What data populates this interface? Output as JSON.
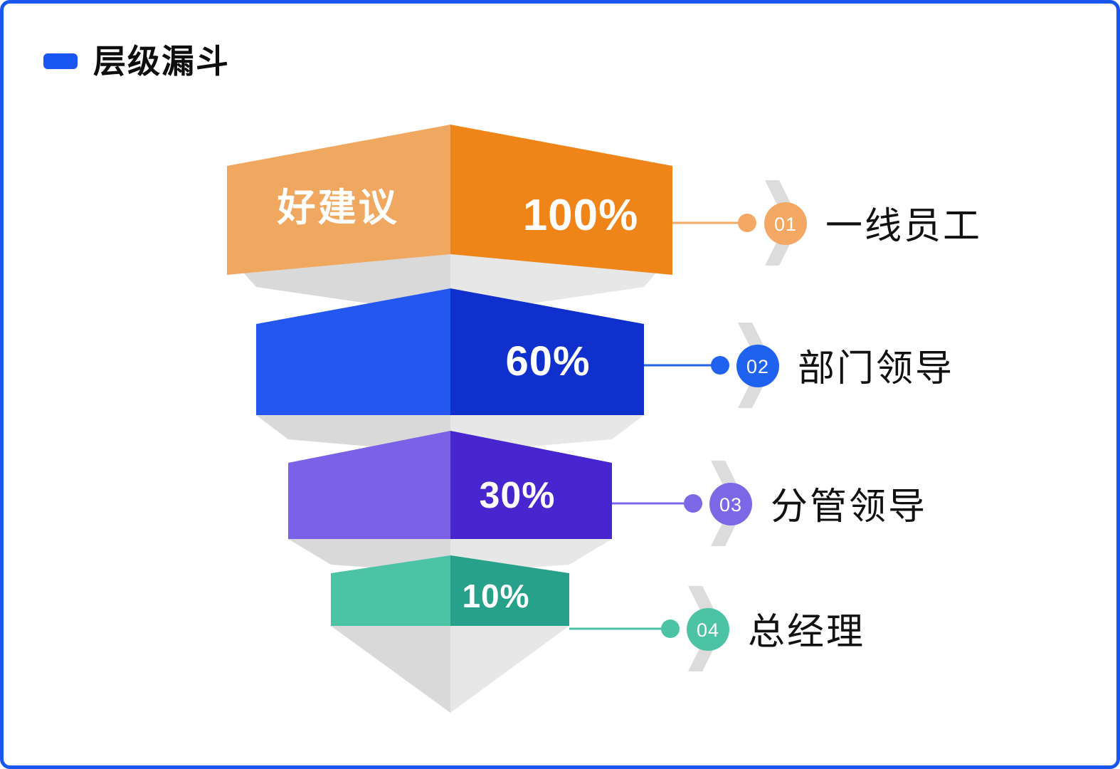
{
  "page": {
    "border_color": "#1a56f0",
    "background": "#ffffff"
  },
  "header": {
    "marker_color": "#1a56f0",
    "title": "层级漏斗"
  },
  "funnel": {
    "shadow_left_color": "#d9d9d9",
    "shadow_right_color": "#e7e7e7",
    "layers": [
      {
        "id": "layer-1",
        "label": "好建议",
        "percent": "100%",
        "number": "01",
        "legend": "一线员工",
        "color_left": "#f0a860",
        "color_right": "#ef8518",
        "badge_color": "#f3a963",
        "connector_color": "#f3a963"
      },
      {
        "id": "layer-2",
        "label": "",
        "percent": "60%",
        "number": "02",
        "legend": "部门领导",
        "color_left": "#2456f0",
        "color_right": "#0f30cc",
        "badge_color": "#1f62ef",
        "connector_color": "#1f62ef"
      },
      {
        "id": "layer-3",
        "label": "",
        "percent": "30%",
        "number": "03",
        "legend": "分管领导",
        "color_left": "#7a61e8",
        "color_right": "#4726cf",
        "badge_color": "#7c68e6",
        "connector_color": "#7c68e6"
      },
      {
        "id": "layer-4",
        "label": "",
        "percent": "10%",
        "number": "04",
        "legend": "总经理",
        "color_left": "#4cc3a5",
        "color_right": "#27a189",
        "badge_color": "#4cc3a5",
        "connector_color": "#4cc3a5"
      }
    ]
  },
  "chart_data": {
    "type": "bar",
    "title": "层级漏斗",
    "categories": [
      "一线员工",
      "部门领导",
      "分管领导",
      "总经理"
    ],
    "values": [
      100,
      60,
      30,
      10
    ],
    "value_labels": [
      "100%",
      "60%",
      "30%",
      "10%"
    ],
    "step_numbers": [
      "01",
      "02",
      "03",
      "04"
    ],
    "series_label": "好建议",
    "xlabel": "",
    "ylabel": "",
    "ylim": [
      0,
      100
    ],
    "grid": false,
    "legend_position": "right"
  }
}
